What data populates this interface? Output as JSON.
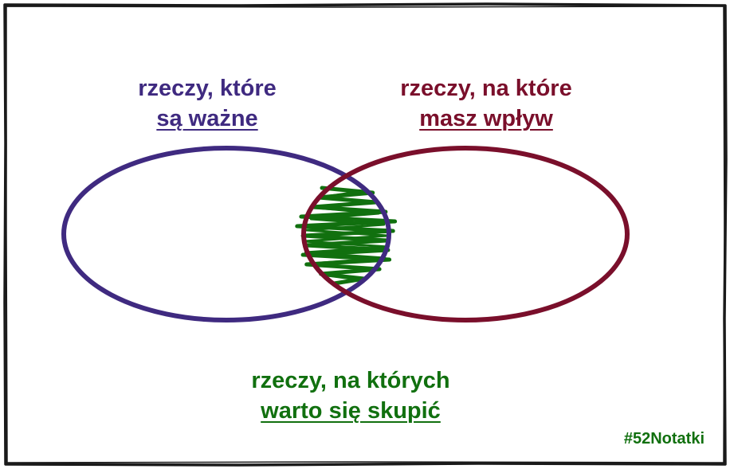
{
  "colors": {
    "important": "#3f2a80",
    "influence": "#7a0f2b",
    "focus": "#11700f",
    "border": "#1a1a1a"
  },
  "labels": {
    "important": {
      "line1": "rzeczy, które",
      "line2": "są ważne"
    },
    "influence": {
      "line1": "rzeczy, na które",
      "line2": "masz wpływ"
    },
    "focus": {
      "line1": "rzeczy, na których",
      "line2": "warto się skupić"
    }
  },
  "hashtag": "#52Notatki"
}
